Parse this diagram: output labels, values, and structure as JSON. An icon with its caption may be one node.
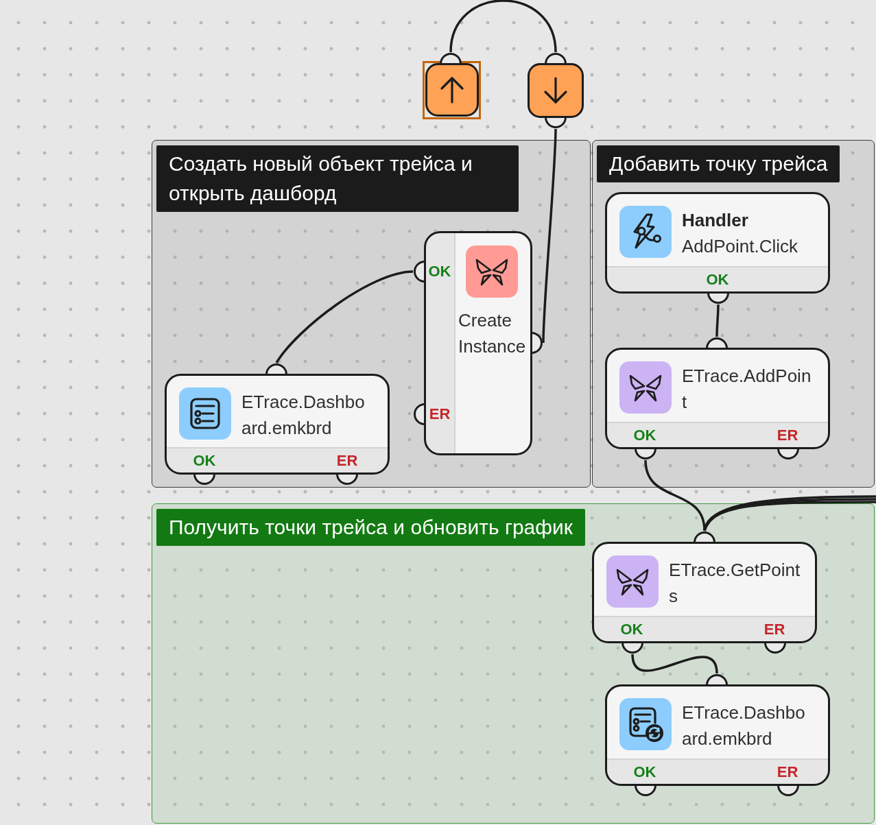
{
  "diagram": {
    "nodes": [
      {
        "text": [],
        "shape": "box"
      },
      {
        "text": [],
        "shape": "box"
      },
      {
        "text": [
          "Создать новый объект трейса и открыть дашборд"
        ]
      },
      {
        "text": [
          "OK",
          "Create Instance",
          "ER"
        ],
        "in": 2
      },
      {
        "text": [
          "ETrace.Dashboard.emkbrd",
          "OK",
          "ER"
        ],
        "in": 2
      },
      {
        "text": [
          "Добавить точку трейса"
        ]
      },
      {
        "text": [
          "Handler",
          "AddPoint.Click",
          "OK"
        ],
        "in": 5
      },
      {
        "text": [
          "ETrace.AddPoint",
          "OK",
          "ER"
        ],
        "in": 5
      },
      {
        "text": [
          "Получить точки трейса и обновить график"
        ]
      },
      {
        "text": [
          "ETrace.GetPoints",
          "OK",
          "ER"
        ],
        "in": 8
      },
      {
        "text": [
          "ETrace.Dashboard.emkbrd",
          "OK",
          "ER"
        ],
        "in": 8
      }
    ],
    "edges": [
      {
        "from": 0,
        "to": 1,
        "arrow": "none"
      },
      {
        "from": 1,
        "to": 3,
        "arrow": "none"
      },
      {
        "from": 3,
        "to": 4,
        "arrow": "none"
      },
      {
        "from": 6,
        "to": 7,
        "arrow": "none"
      },
      {
        "from": 7,
        "to": 9,
        "arrow": "none"
      },
      {
        "from": null,
        "to": 9,
        "arrow": "none"
      },
      {
        "from": null,
        "to": 9,
        "arrow": "none"
      },
      {
        "from": null,
        "to": 9,
        "arrow": "none"
      },
      {
        "from": 9,
        "to": 10,
        "arrow": "none"
      }
    ]
  }
}
